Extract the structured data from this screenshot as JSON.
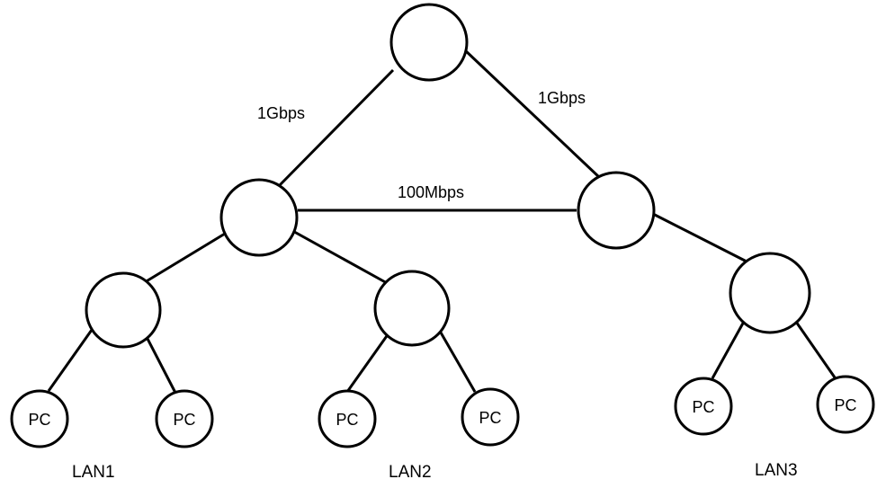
{
  "links": {
    "top_left": "1Gbps",
    "top_right": "1Gbps",
    "middle": "100Mbps"
  },
  "pc_label": "PC",
  "lans": [
    "LAN1",
    "LAN2",
    "LAN3"
  ]
}
